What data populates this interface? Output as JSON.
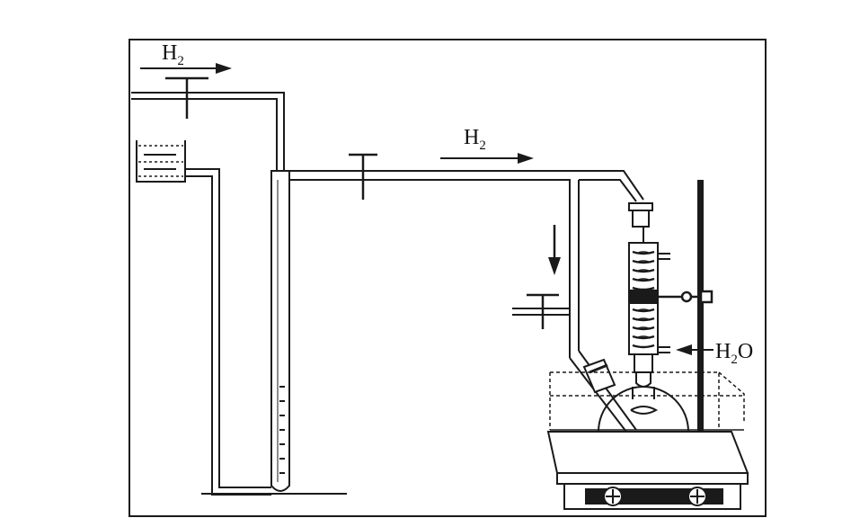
{
  "labels": {
    "h2_top": {
      "base": "H",
      "sub": "2",
      "tail": ""
    },
    "h2_mid": {
      "base": "H",
      "sub": "2",
      "tail": ""
    },
    "h2o": {
      "base": "H",
      "sub": "2",
      "tail": "O"
    }
  },
  "colors": {
    "line": "#1a1a1a",
    "background": "#ffffff"
  }
}
